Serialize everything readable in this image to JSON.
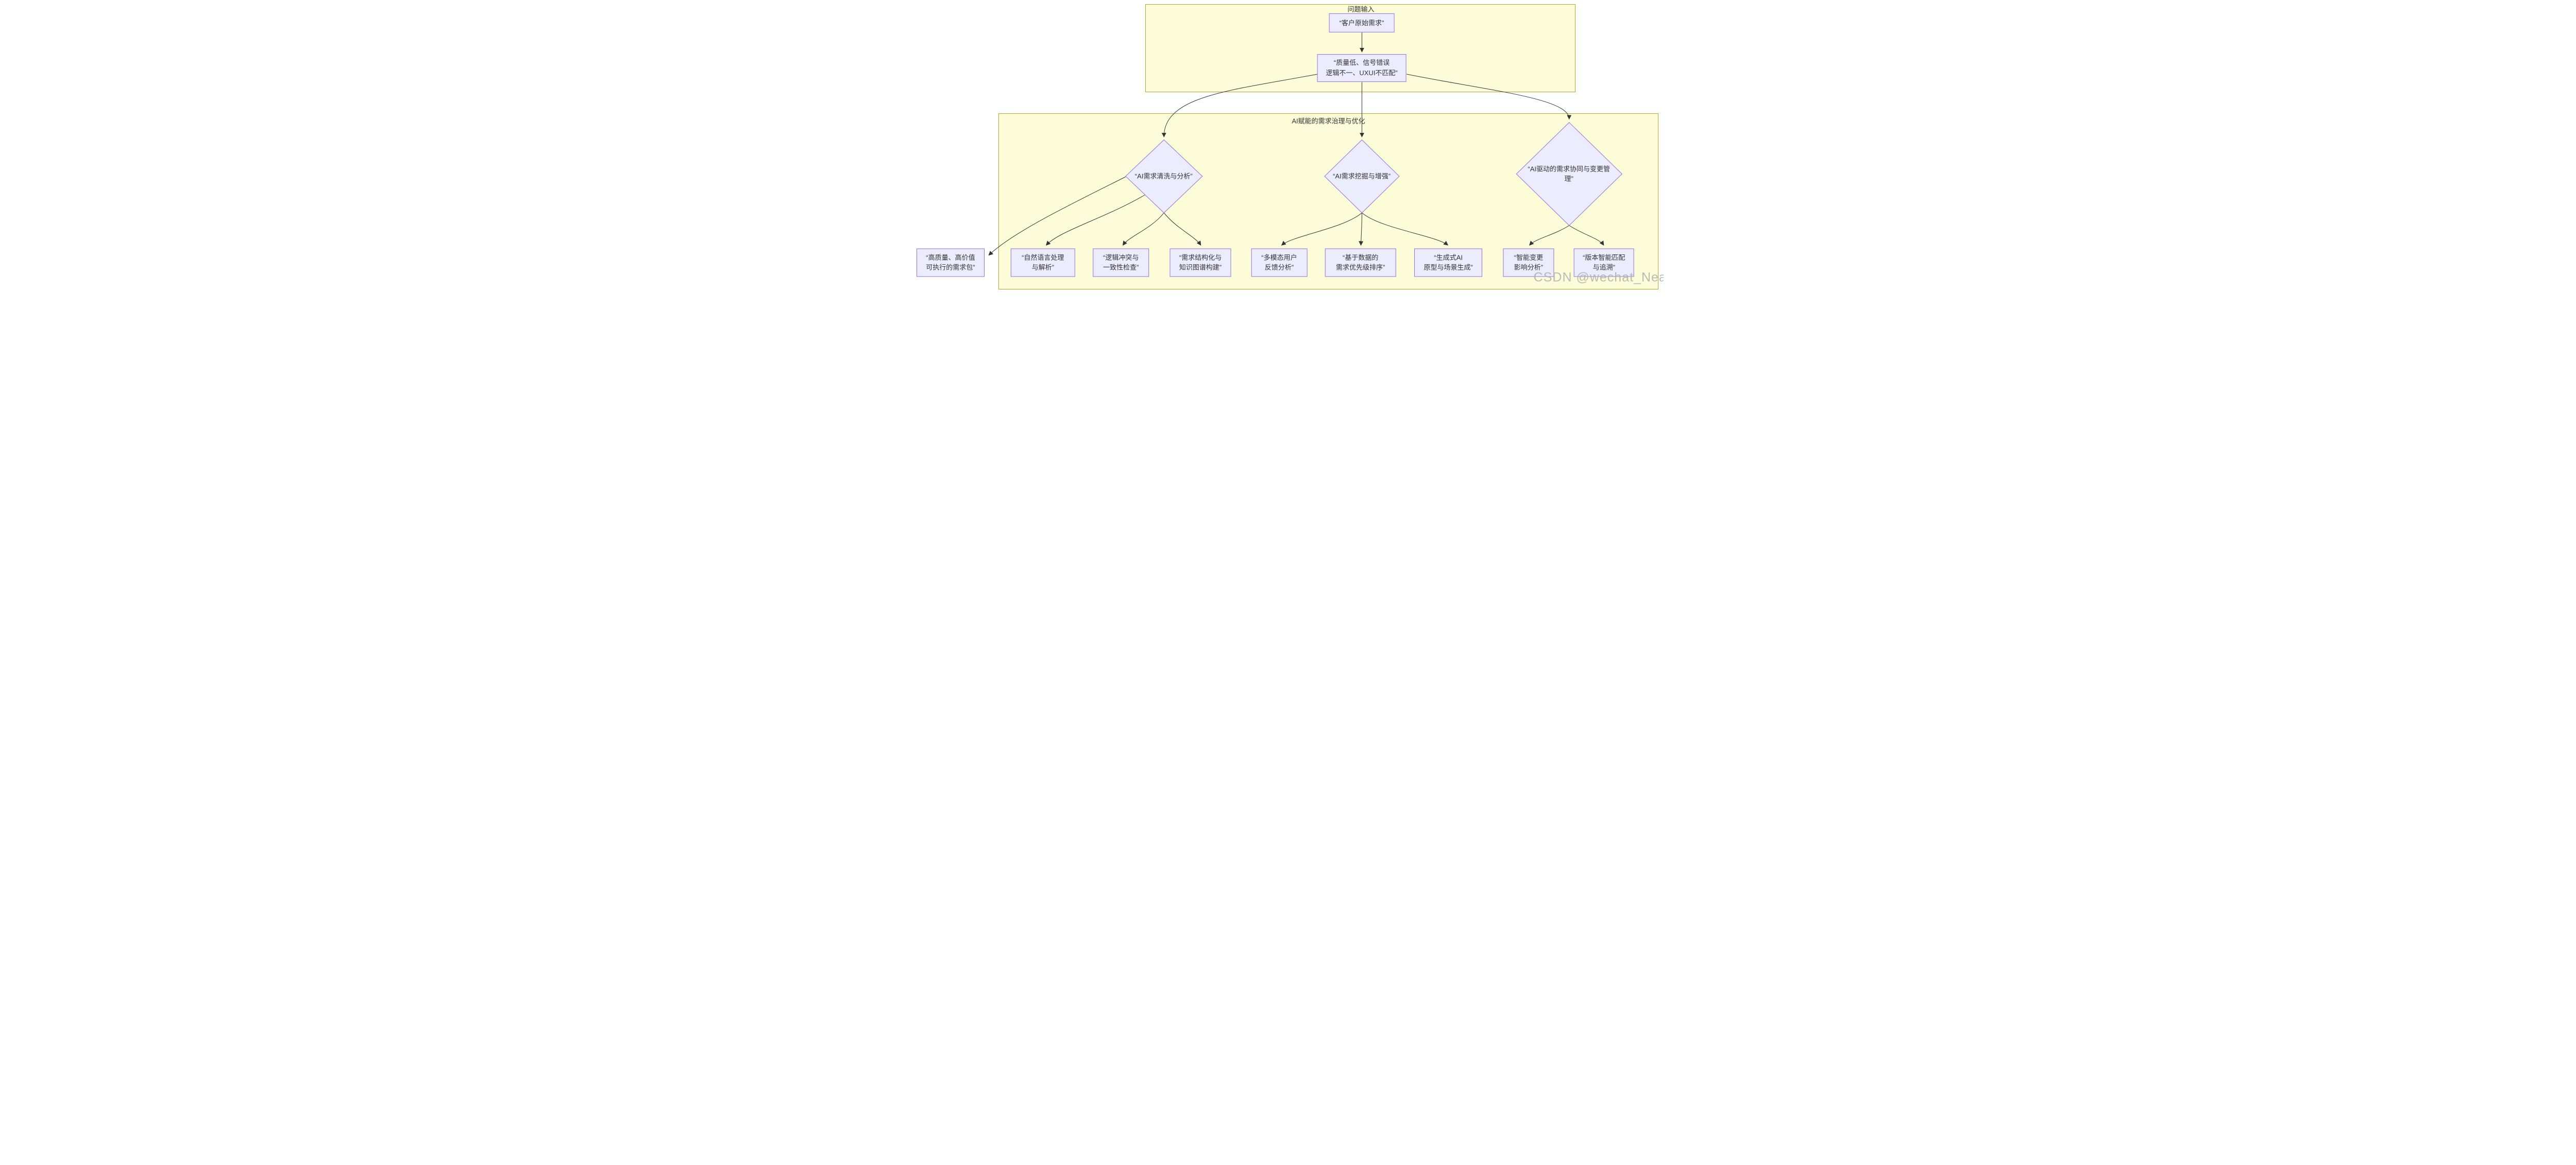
{
  "diagram": {
    "subgraphs": [
      {
        "id": "problem-input",
        "title": "问题输入"
      },
      {
        "id": "ai-governance",
        "title": "AI赋能的需求治理与优化"
      }
    ],
    "nodes": {
      "raw_requirement": "“客户原始需求”",
      "problems": "“质量低、信号错误\n逻辑不一、UXUI不匹配”",
      "cleaning": "“AI需求清洗与分析”",
      "mining": "“AI需求挖掘与增强”",
      "collaboration": "“AI驱动的需求协同与变更管\n理”",
      "output_package": "“高质量、高价值\n可执行的需求包”",
      "nlp_parsing": "“自然语言处理\n与解析”",
      "conflict_check": "“逻辑冲突与\n一致性检查”",
      "knowledge_graph": "“需求结构化与\n知识图谱构建”",
      "multimodal_feedback": "“多模态用户\n反馈分析”",
      "data_priority": "“基于数据的\n需求优先级排序”",
      "generative_prototype": "“生成式AI\n原型与场景生成”",
      "change_impact": "“智能变更\n影响分析”",
      "version_trace": "“版本智能匹配\n与追溯”"
    },
    "watermark": "CSDN @wechat_Neal",
    "colors": {
      "node_fill": "#ECECFF",
      "node_border": "#9370DB",
      "cluster_fill": "#FCFCD9",
      "cluster_border": "#AAAA33",
      "edge": "#333333",
      "text": "#333333",
      "watermark": "#AFAFAF"
    }
  }
}
